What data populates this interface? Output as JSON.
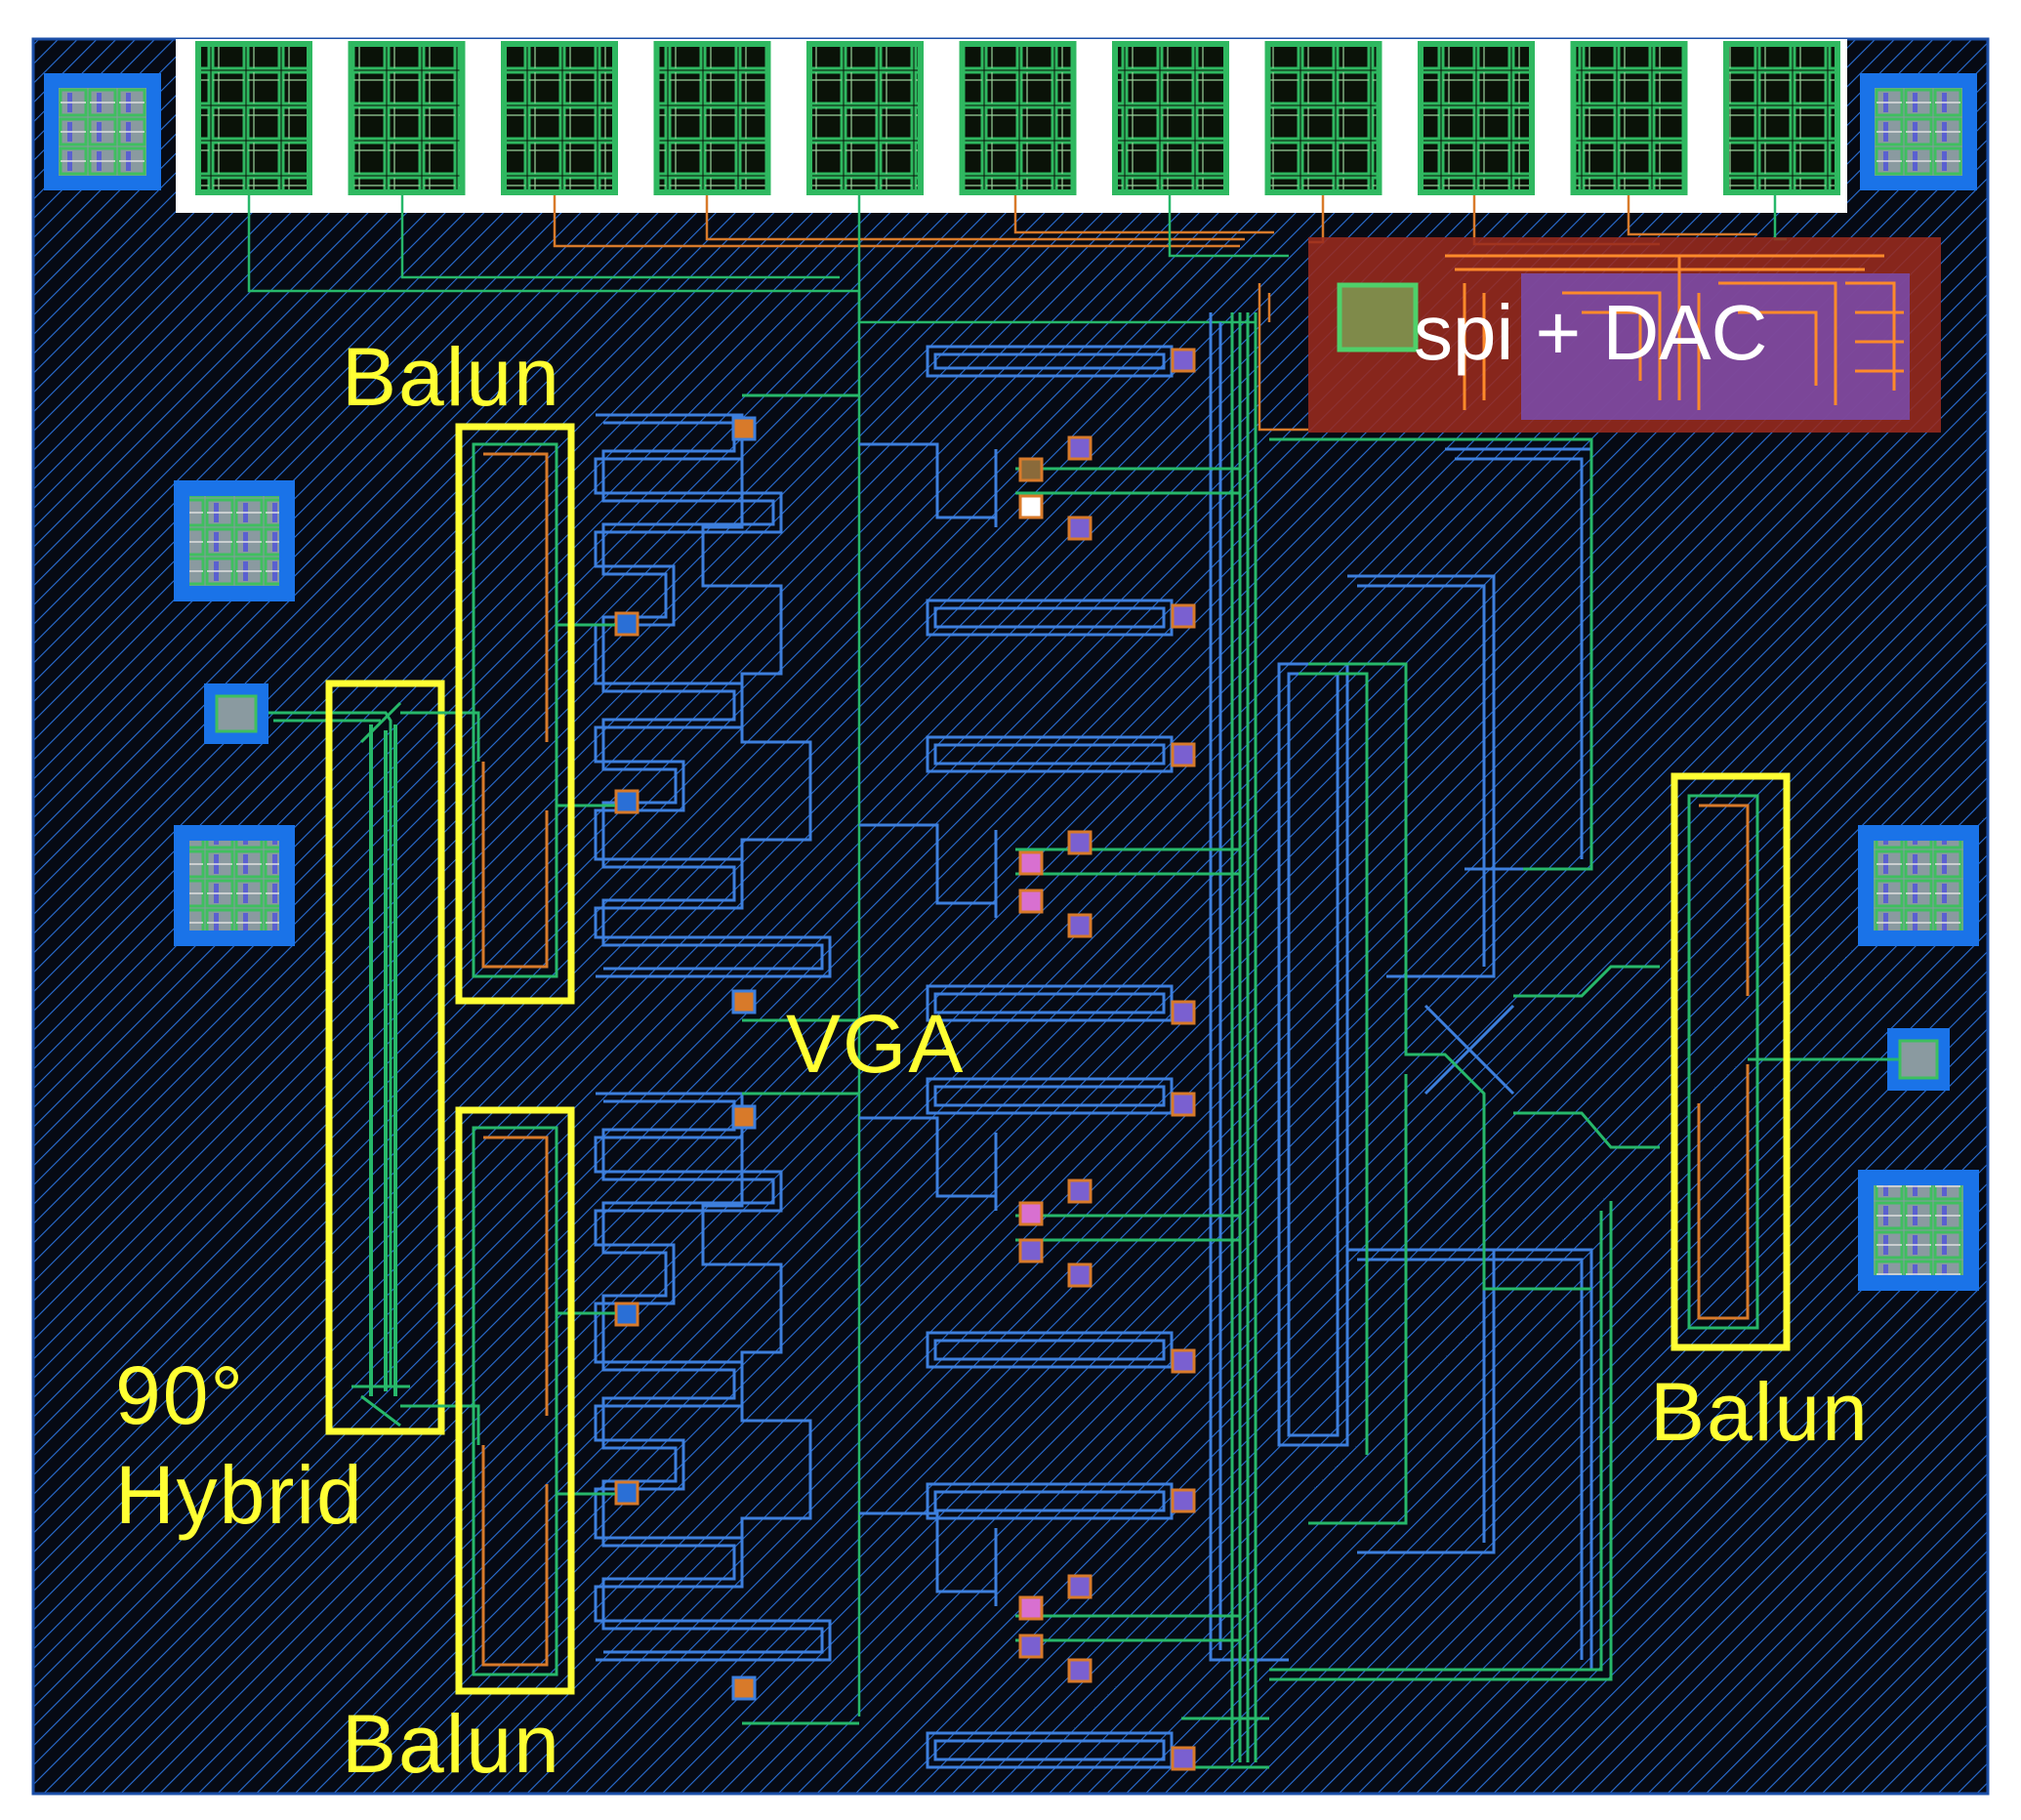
{
  "title": "",
  "labels": {
    "balun_top_left": "Balun",
    "balun_bottom_left": "Balun",
    "balun_right": "Balun",
    "hybrid_line1": "90°",
    "hybrid_line2": "Hybrid",
    "vga": "VGA",
    "spi_dac": "spi + DAC"
  },
  "colors": {
    "substrate": "#060a14",
    "hatch": "#2a6fd6",
    "metal_blue": "#3d7fdd",
    "metal_green": "#27b86a",
    "metal_orange": "#d87a2a",
    "label_yellow": "#ffff33",
    "spi_block": "#9a2a1e",
    "spi_inner": "#7a4aa6"
  },
  "structure": {
    "top_pads": 11,
    "corner_pads": 2,
    "left_side_pads": 3,
    "right_side_pads": 3
  }
}
